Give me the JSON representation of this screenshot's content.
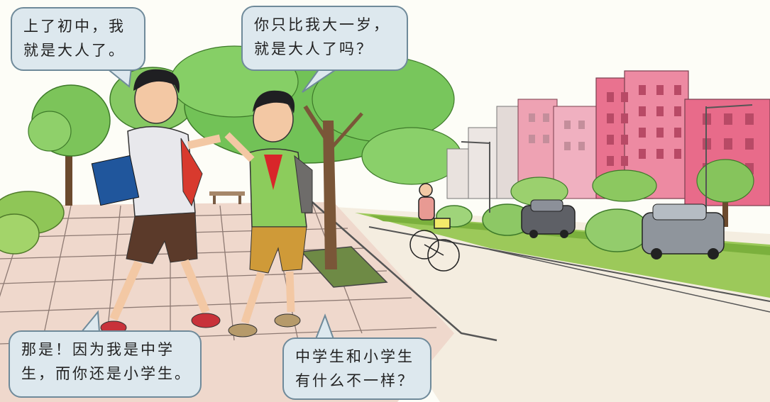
{
  "bubbles": {
    "top_left": {
      "lines": [
        "上了初中，我",
        "就是大人了。"
      ]
    },
    "top_right": {
      "lines": [
        "你只比我大一岁，",
        "就是大人了吗？"
      ]
    },
    "bottom_left": {
      "lines": [
        "那是！因为我是中学",
        "生，而你还是小学生。"
      ]
    },
    "bottom_right": {
      "lines": [
        "中学生和小学生",
        "有什么不一样？"
      ]
    }
  },
  "colors": {
    "sky": "#fdfdf7",
    "pavement": "#efd9cf",
    "grass": "#8cc43f",
    "tree": "#6cbf4a",
    "road": "#f3ecdf",
    "building": "#e86b8a",
    "bubble_fill": "#dde8ee",
    "bubble_border": "#6f8a9a"
  }
}
